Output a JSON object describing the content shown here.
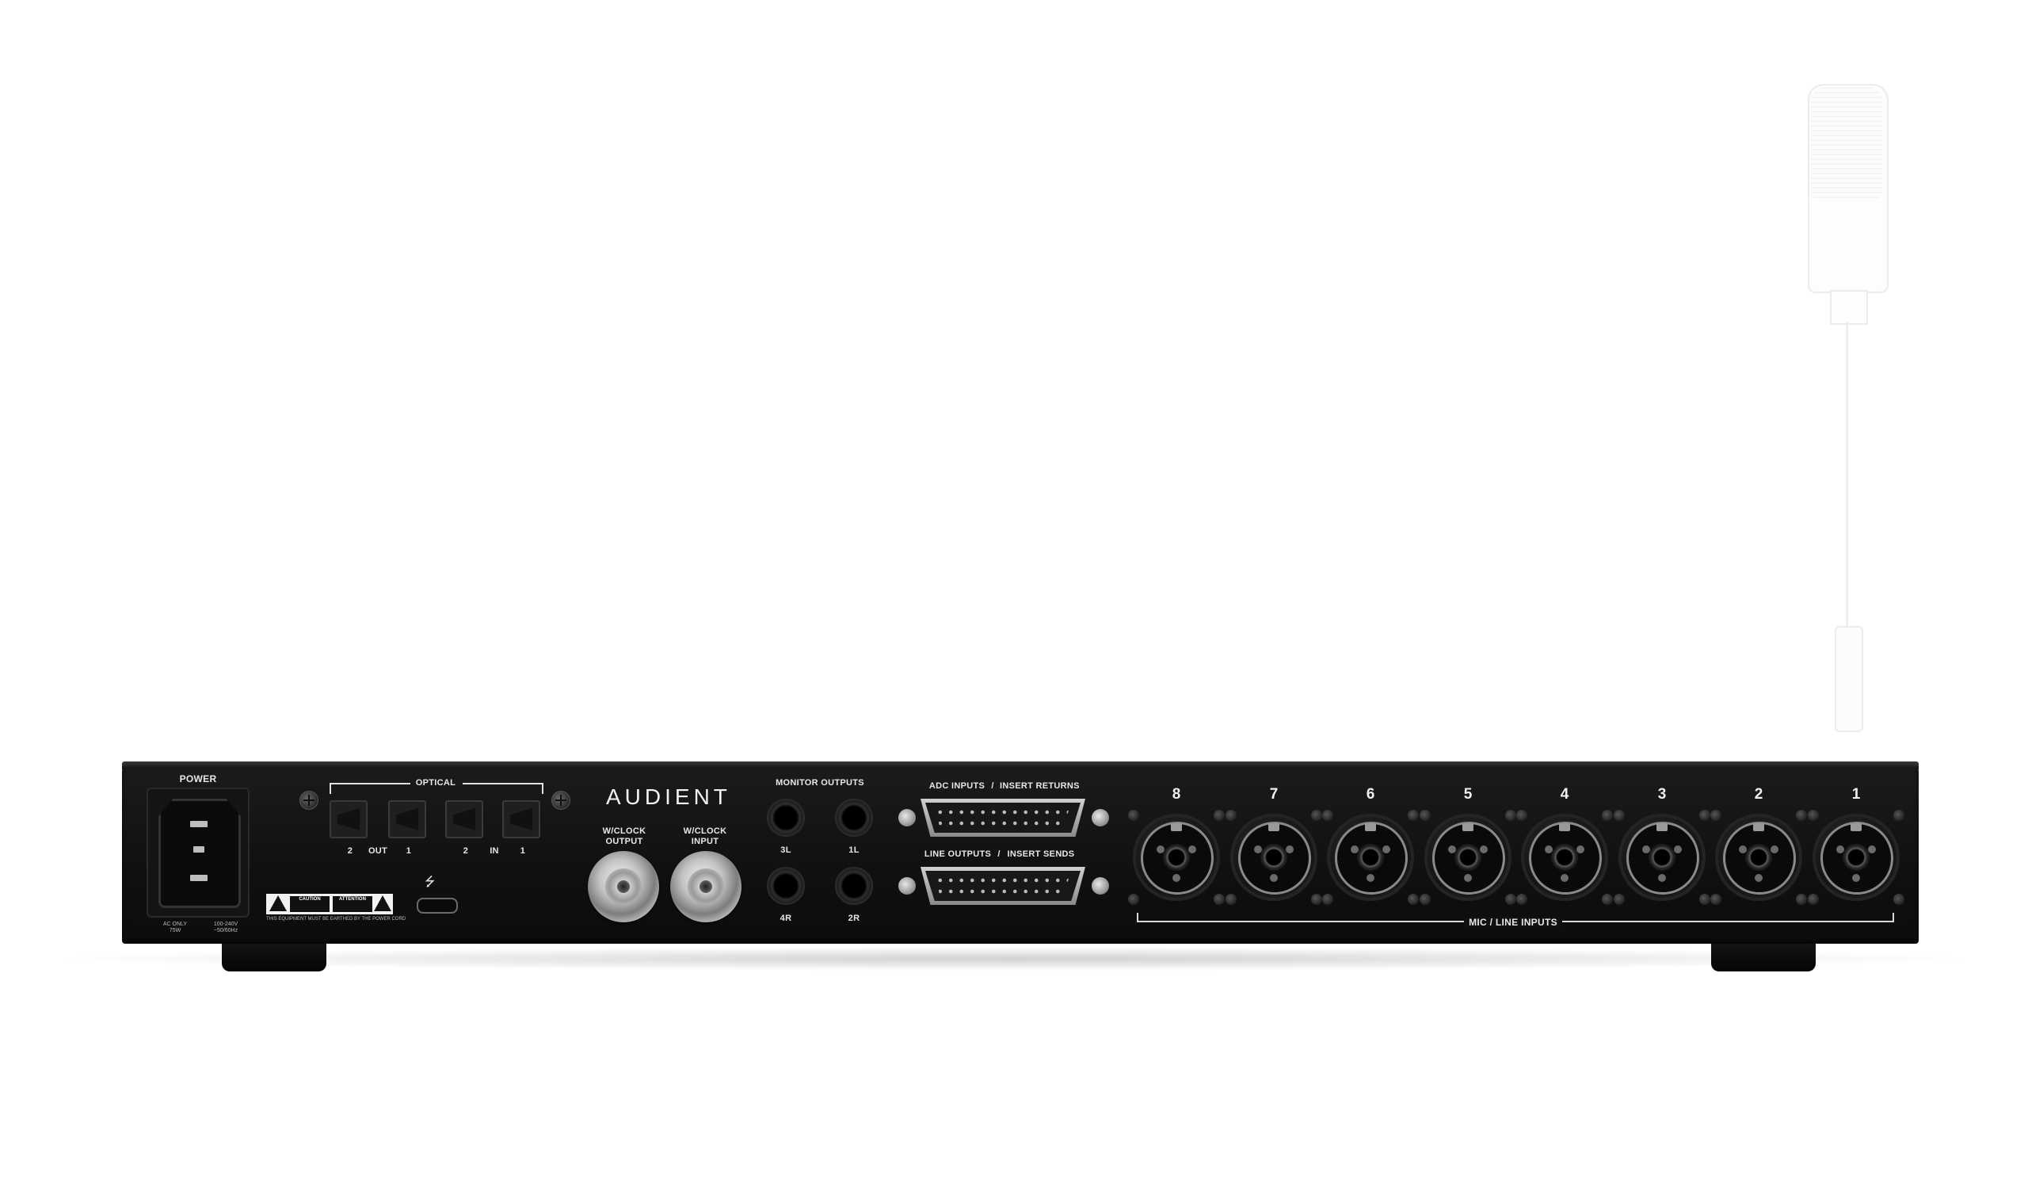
{
  "device": {
    "brand": "AUDIENT",
    "power": {
      "label": "POWER",
      "rating_left": "AC ONLY\n75W",
      "rating_right": "100-240V\n~50/60Hz",
      "earth_notice": "THIS EQUIPMENT MUST BE EARTHED BY THE POWER CORD",
      "warning_caution": "CAUTION",
      "warning_attention": "ATTENTION"
    },
    "optical": {
      "label": "OPTICAL",
      "port_labels": [
        "2",
        "OUT",
        "1",
        "2",
        "IN",
        "1"
      ]
    },
    "usb_icon": "usb-icon",
    "wordclock": [
      {
        "label": "W/CLOCK\nOUTPUT"
      },
      {
        "label": "W/CLOCK\nINPUT"
      }
    ],
    "monitor_outputs": {
      "label": "MONITOR OUTPUTS",
      "jacks": [
        "3L",
        "1L",
        "4R",
        "2R"
      ]
    },
    "dsub": {
      "top_label_a": "ADC INPUTS",
      "top_label_b": "INSERT RETURNS",
      "bottom_label_a": "LINE OUTPUTS",
      "bottom_label_b": "INSERT  SENDS",
      "separator": "/"
    },
    "mic_inputs": {
      "label": "MIC / LINE INPUTS",
      "channels": [
        "8",
        "7",
        "6",
        "5",
        "4",
        "3",
        "2",
        "1"
      ]
    }
  },
  "colors": {
    "background": "#ffffff",
    "chassis": "#141414",
    "label_text": "#e8e8e8"
  }
}
